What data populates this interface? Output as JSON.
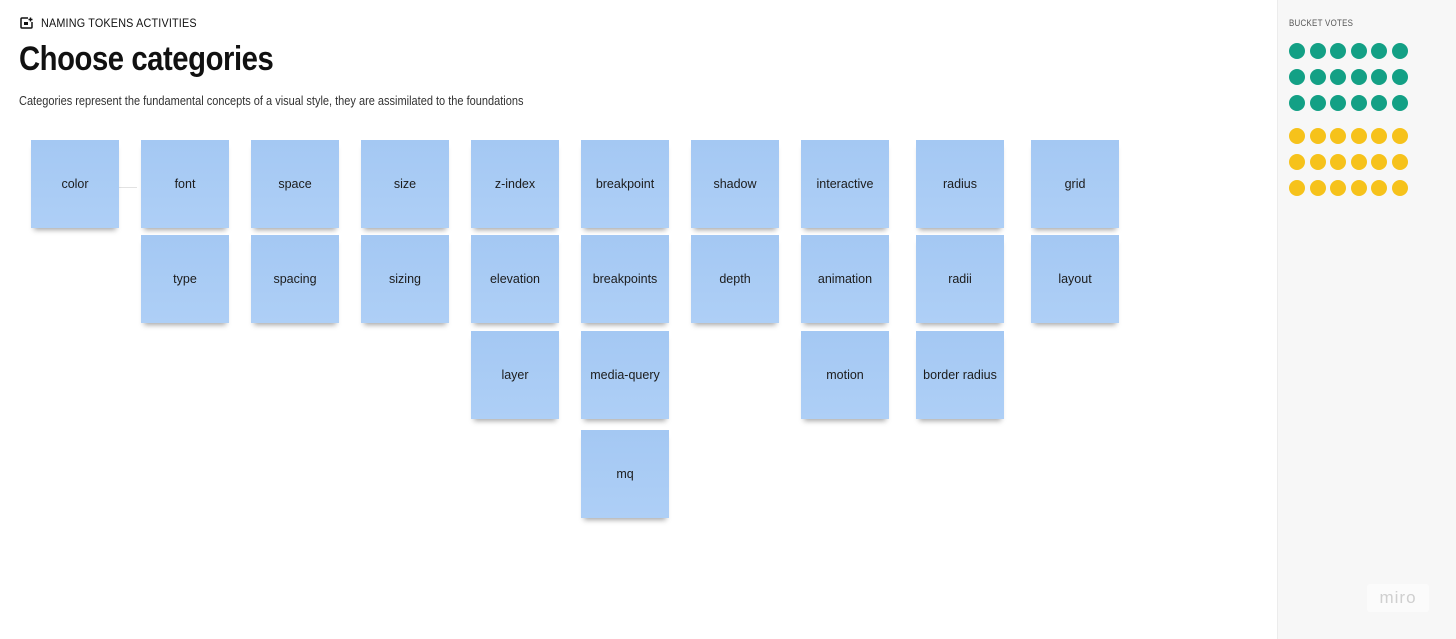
{
  "header": {
    "board_name": "NAMING TOKENS ACTIVITIES",
    "icon": "board-icon"
  },
  "main": {
    "title": "Choose categories",
    "subtitle": "Categories represent the fundamental concepts of a visual style, they are assimilated to the foundations"
  },
  "stickies": {
    "color": "color",
    "font": "font",
    "type": "type",
    "space": "space",
    "spacing": "spacing",
    "size": "size",
    "sizing": "sizing",
    "z_index": "z-index",
    "elevation": "elevation",
    "layer": "layer",
    "breakpoint": "breakpoint",
    "breakpoints": "breakpoints",
    "media_query": "media-query",
    "mq": "mq",
    "shadow": "shadow",
    "depth": "depth",
    "interactive": "interactive",
    "animation": "animation",
    "motion": "motion",
    "radius": "radius",
    "radii": "radii",
    "border_radius": "border radius",
    "grid": "grid",
    "layout": "layout"
  },
  "sticky_color": "#a9cbf4",
  "sidebar": {
    "title": "BUCKET VOTES",
    "green_votes": {
      "color": "#13a085",
      "count": 18
    },
    "yellow_votes": {
      "color": "#f6c21b",
      "count": 18
    }
  },
  "brand": {
    "logo_text": "miro"
  }
}
